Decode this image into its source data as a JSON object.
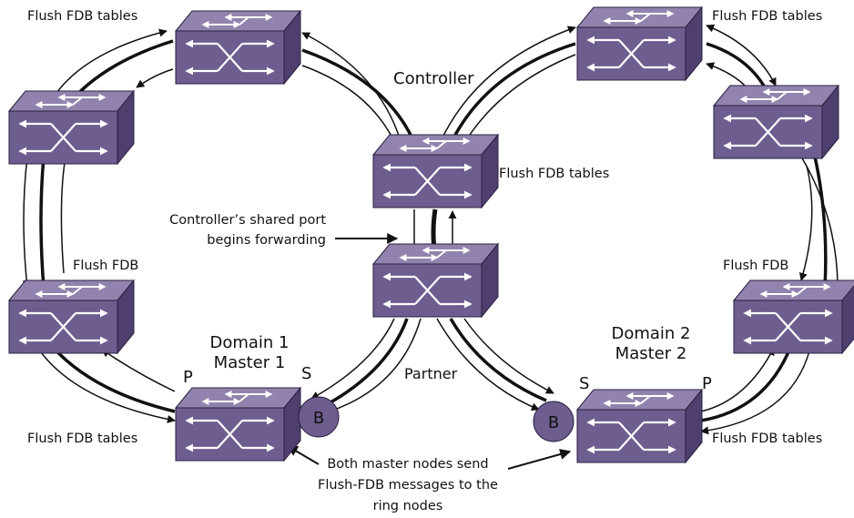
{
  "labels": {
    "flush_top_left": "Flush FDB tables",
    "flush_top_right": "Flush FDB tables",
    "controller": "Controller",
    "flush_center": "Flush FDB tables",
    "shared_port_line1": "Controller’s shared port",
    "shared_port_line2": "begins forwarding",
    "flush_left_mid": "Flush FDB",
    "flush_right_mid": "Flush FDB",
    "domain1_line1": "Domain 1",
    "domain1_line2": "Master 1",
    "domain2_line1": "Domain 2",
    "domain2_line2": "Master 2",
    "partner": "Partner",
    "p_left": "P",
    "s_left": "S",
    "s_right": "S",
    "p_right": "P",
    "b_left": "B",
    "b_right": "B",
    "flush_bottom_left": "Flush FDB tables",
    "flush_bottom_right": "Flush FDB tables",
    "note_line1": "Both master nodes send",
    "note_line2": "Flush-FDB messages to the",
    "note_line3": "ring nodes"
  },
  "colors": {
    "switch_top": "#9183ad",
    "switch_front": "#6e5d8f",
    "switch_side": "#4f3f6e",
    "switch_edge": "#2a2040",
    "arrow": "#111111",
    "b_circle": "#6e5d8f"
  }
}
